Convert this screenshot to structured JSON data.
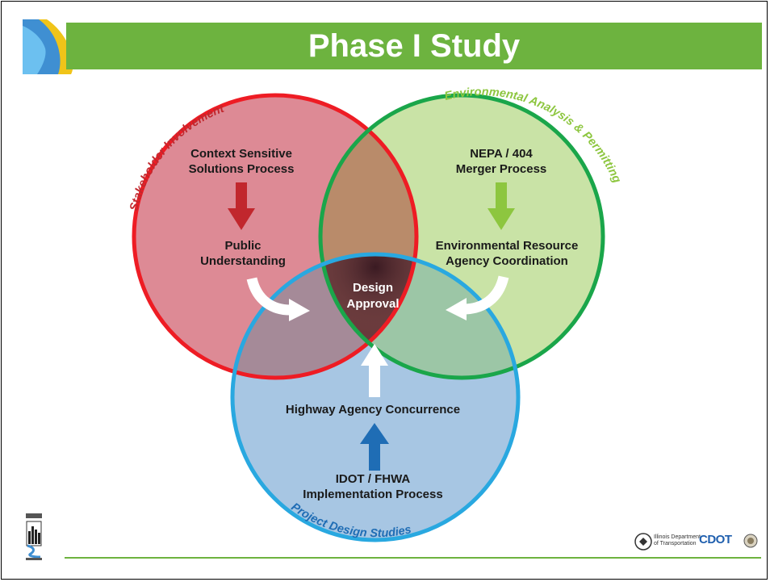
{
  "slide": {
    "title": "Phase I Study"
  },
  "circles": {
    "stakeholder": {
      "label": "Stakeholder Involvement",
      "top_text": [
        "Context Sensitive",
        "Solutions Process"
      ],
      "bottom_text": [
        "Public",
        "Understanding"
      ],
      "color": "#ee1c24",
      "arrow_color": "#c1272d"
    },
    "environmental": {
      "label": "Environmental Analysis & Permitting",
      "top_text": [
        "NEPA / 404",
        "Merger Process"
      ],
      "bottom_text": [
        "Environmental Resource",
        "Agency Coordination"
      ],
      "color": "#1aa64a",
      "arrow_color": "#8dc63f"
    },
    "project": {
      "label": "Project Design Studies",
      "top_text": [
        "Highway Agency Concurrence"
      ],
      "bottom_text": [
        "IDOT / FHWA",
        "Implementation Process"
      ],
      "color": "#29a8e0",
      "arrow_color": "#1f6db5"
    }
  },
  "center": {
    "text": [
      "Design",
      "Approval"
    ]
  },
  "footer": {
    "idot_text": [
      "Illinois Department",
      "of Transportation"
    ],
    "cdot_text": "CDOT"
  }
}
